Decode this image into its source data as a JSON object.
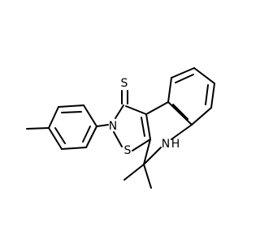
{
  "molecule": {
    "atoms": {
      "thione_s": "S",
      "ring_n": "N",
      "ring_s": "S",
      "nh": "N",
      "nh_h": "H"
    },
    "colors": {
      "bond": "#000000",
      "label": "#000000",
      "background": "#ffffff"
    }
  }
}
